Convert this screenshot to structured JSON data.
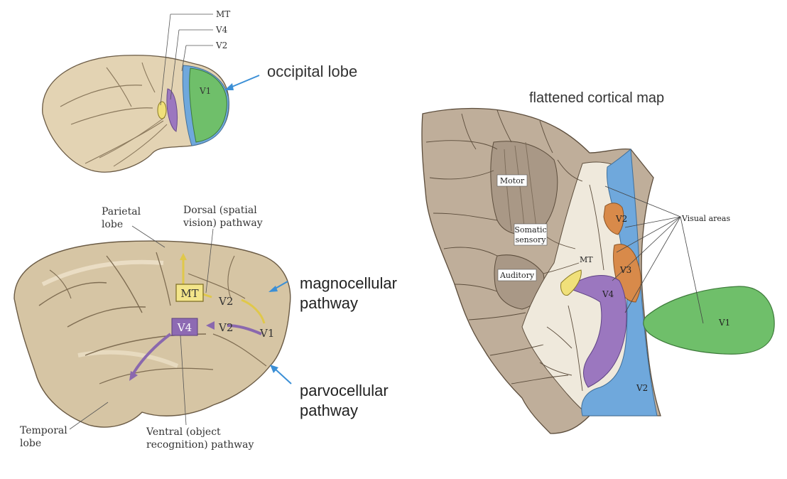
{
  "top_brain": {
    "labels": {
      "mt": "MT",
      "v4": "V4",
      "v2": "V2",
      "v1": "V1"
    },
    "occipital_label": "occipital lobe"
  },
  "bottom_brain": {
    "parietal_label": [
      "Parietal",
      "lobe"
    ],
    "dorsal_label": [
      "Dorsal (spatial",
      "vision) pathway"
    ],
    "temporal_label": [
      "Temporal",
      "lobe"
    ],
    "ventral_label": [
      "Ventral (object",
      "recognition) pathway"
    ],
    "mt_box": "MT",
    "v4_box": "V4",
    "v2_upper": "V2",
    "v2_lower": "V2",
    "v1": "V1"
  },
  "pathways": {
    "magno": [
      "magnocellular",
      "pathway"
    ],
    "parvo": [
      "parvocellular",
      "pathway"
    ]
  },
  "flat_map": {
    "title": "flattened cortical map",
    "labels": {
      "motor": "Motor",
      "somatic": [
        "Somatic",
        "sensory"
      ],
      "auditory": "Auditory",
      "mt": "MT",
      "v2_top": "V2",
      "v3": "V3",
      "v4": "V4",
      "v2_bottom": "V2",
      "v1": "V1",
      "visual_areas": "Visual areas"
    }
  },
  "colors": {
    "v1": "#6fbf6a",
    "v2": "#6fa8dc",
    "v3": "#d88a4a",
    "v4": "#9b77bf",
    "mt": "#f0e07a",
    "cortex": "#bfae9a",
    "cortex_dark": "#a99886",
    "brain": "#cdbb9c",
    "arrow_blue": "#3b8fd6"
  }
}
